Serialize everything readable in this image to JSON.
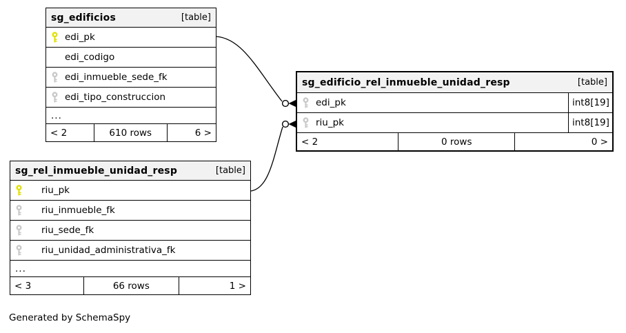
{
  "diagram": {
    "generated_note": "Generated by SchemaSpy",
    "colors": {
      "primary_key_icon": "#e1e100",
      "foreign_key_icon": "#c9c9c9",
      "header_background": "#f2f2f2",
      "border": "#000000",
      "background": "#ffffff"
    }
  },
  "tables": [
    {
      "name": "sg_edificios",
      "badge": "[table]",
      "columns": [
        {
          "name": "edi_pk",
          "key": "pk"
        },
        {
          "name": "edi_codigo",
          "key": ""
        },
        {
          "name": "edi_inmueble_sede_fk",
          "key": "fk"
        },
        {
          "name": "edi_tipo_construccion",
          "key": "fk"
        }
      ],
      "ellipsis": "...",
      "footer": {
        "parents": "< 2",
        "rows": "610 rows",
        "children": "6 >"
      }
    },
    {
      "name": "sg_edificio_rel_inmueble_unidad_resp",
      "badge": "[table]",
      "columns": [
        {
          "name": "edi_pk",
          "key": "fk",
          "type": "int8[19]"
        },
        {
          "name": "riu_pk",
          "key": "fk",
          "type": "int8[19]"
        }
      ],
      "footer": {
        "parents": "< 2",
        "rows": "0 rows",
        "children": "0 >"
      }
    },
    {
      "name": "sg_rel_inmueble_unidad_resp",
      "badge": "[table]",
      "columns": [
        {
          "name": "riu_pk",
          "key": "pk"
        },
        {
          "name": "riu_inmueble_fk",
          "key": "fk"
        },
        {
          "name": "riu_sede_fk",
          "key": "fk"
        },
        {
          "name": "riu_unidad_administrativa_fk",
          "key": "fk"
        }
      ],
      "ellipsis": "...",
      "footer": {
        "parents": "< 3",
        "rows": "66 rows",
        "children": "1 >"
      }
    }
  ],
  "relationships": [
    {
      "from_table": "sg_edificios",
      "from_column": "edi_pk",
      "to_table": "sg_edificio_rel_inmueble_unidad_resp",
      "to_column": "edi_pk"
    },
    {
      "from_table": "sg_rel_inmueble_unidad_resp",
      "from_column": "riu_pk",
      "to_table": "sg_edificio_rel_inmueble_unidad_resp",
      "to_column": "riu_pk"
    }
  ]
}
